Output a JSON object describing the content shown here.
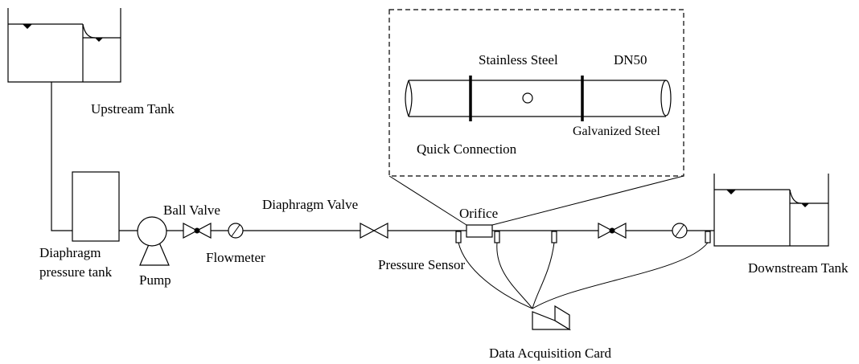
{
  "labels": {
    "upstream_tank": "Upstream Tank",
    "diaphragm_pressure_tank_line1": "Diaphragm",
    "diaphragm_pressure_tank_line2": "pressure tank",
    "pump": "Pump",
    "ball_valve": "Ball Valve",
    "flowmeter": "Flowmeter",
    "diaphragm_valve": "Diaphragm Valve",
    "orifice": "Orifice",
    "pressure_sensor": "Pressure Sensor",
    "data_acquisition_card": "Data Acquisition Card",
    "downstream_tank": "Downstream Tank",
    "stainless_steel": "Stainless Steel",
    "dn50": "DN50",
    "quick_connection": "Quick Connection",
    "galvanized_steel": "Galvanized  Steel"
  }
}
